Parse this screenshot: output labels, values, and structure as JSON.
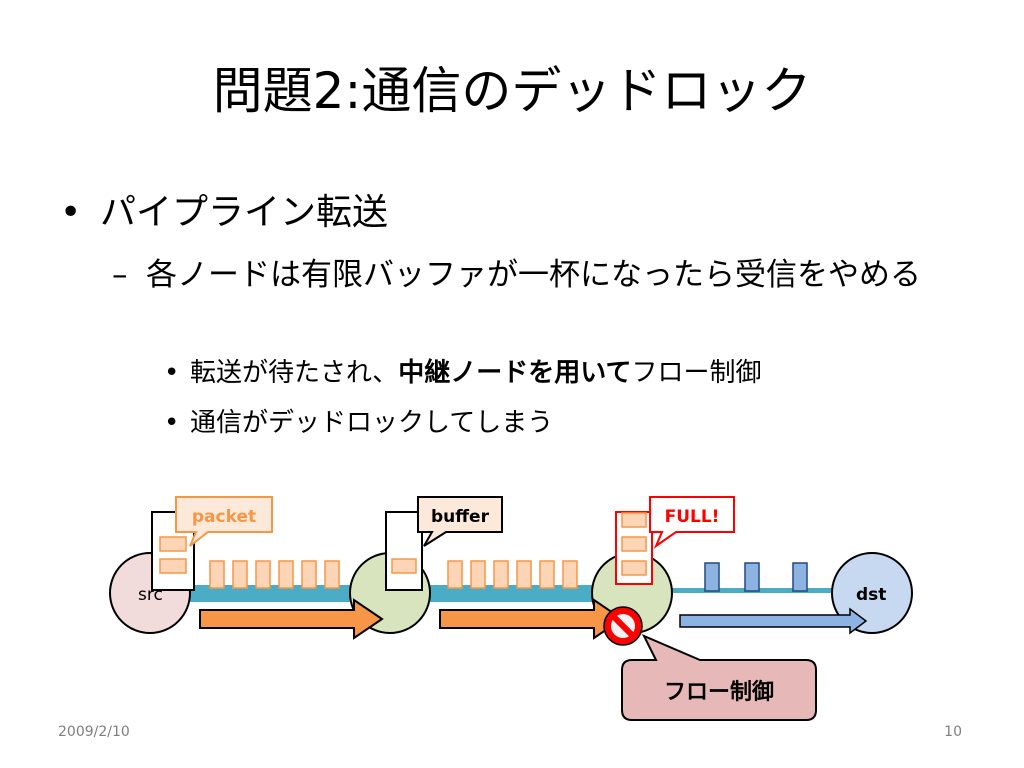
{
  "slide": {
    "title": "問題2:通信のデッドロック",
    "bullet1": "パイプライン転送",
    "bullet2": "各ノードは有限バッファが一杯になったら受信をやめる",
    "bullet3": {
      "prefix": "転送が待たされ、",
      "bold": "中継ノードを用いて",
      "suffix": "フロー制御"
    },
    "bullet4": "通信がデッドロックしてしまう",
    "footer_date": "2009/2/10",
    "footer_page": "10"
  },
  "diagram": {
    "nodes": {
      "src": "src",
      "dst": "dst"
    },
    "callouts": {
      "packet": "packet",
      "buffer": "buffer",
      "full": "FULL!"
    },
    "flow_control_label": "フロー制御",
    "colors": {
      "packet": "#fbd5b5",
      "packet_border": "#f79646",
      "arrow": "#f79646",
      "link": "#4bacc6",
      "full": "#ff0000",
      "dst_packet": "#8db3e2",
      "flow_box": "#e6b9b8"
    }
  }
}
